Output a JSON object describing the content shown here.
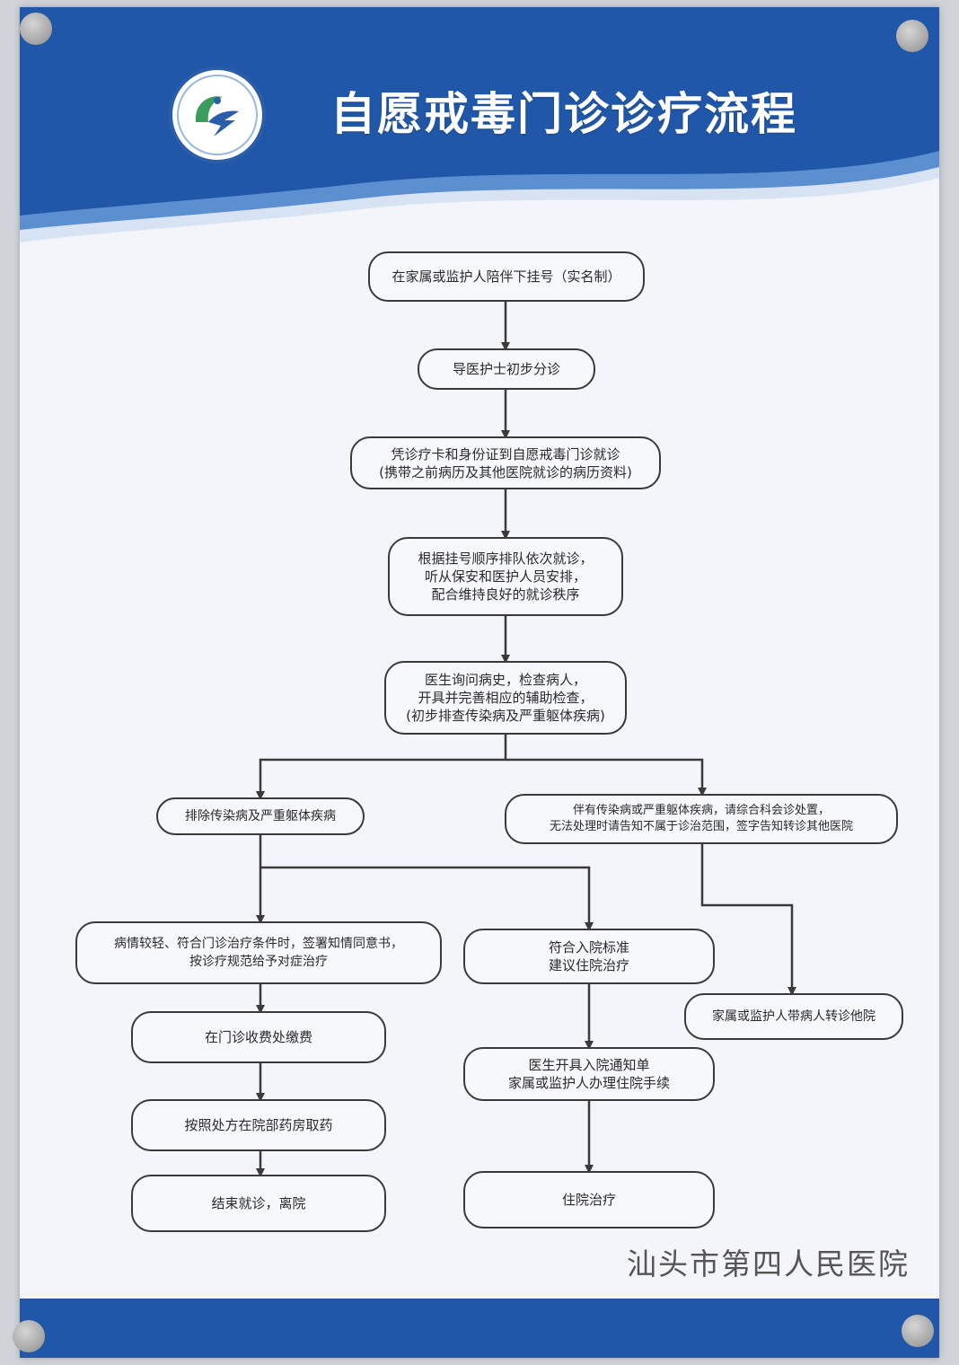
{
  "header": {
    "title": "自愿戒毒门诊诊疗流程",
    "logo": "hospital-logo",
    "accent_color": "#2a5ea8"
  },
  "steps": {
    "s1": "在家属或监护人陪伴下挂号（实名制）",
    "s2": "导医护士初步分诊",
    "s3_l1": "凭诊疗卡和身份证到自愿戒毒门诊就诊",
    "s3_l2": "(携带之前病历及其他医院就诊的病历资料)",
    "s4_l1": "根据挂号顺序排队依次就诊，",
    "s4_l2": "听从保安和医护人员安排，",
    "s4_l3": "配合维持良好的就诊秩序",
    "s5_l1": "医生询问病史，检查病人，",
    "s5_l2": "开具并完善相应的辅助检查，",
    "s5_l3": "(初步排查传染病及严重躯体疾病)",
    "left_branch": "排除传染病及严重躯体疾病",
    "right_branch_l1": "伴有传染病或严重躯体疾病，请综合科会诊处置，",
    "right_branch_l2": "无法处理时请告知不属于诊治范围，签字告知转诊其他医院",
    "outpatient_l1": "病情较轻、符合门诊治疗条件时，签署知情同意书，",
    "outpatient_l2": "按诊疗规范给予对症治疗",
    "pay": "在门诊收费处缴费",
    "pharmacy": "按照处方在院部药房取药",
    "end": "结束就诊，离院",
    "admit_l1": "符合入院标准",
    "admit_l2": "建议住院治疗",
    "admit_notice_l1": "医生开具入院通知单",
    "admit_notice_l2": "家属或监护人办理住院手续",
    "inpatient": "住院治疗",
    "transfer": "家属或监护人带病人转诊他院"
  },
  "footer": {
    "hospital": "汕头市第四人民医院"
  }
}
